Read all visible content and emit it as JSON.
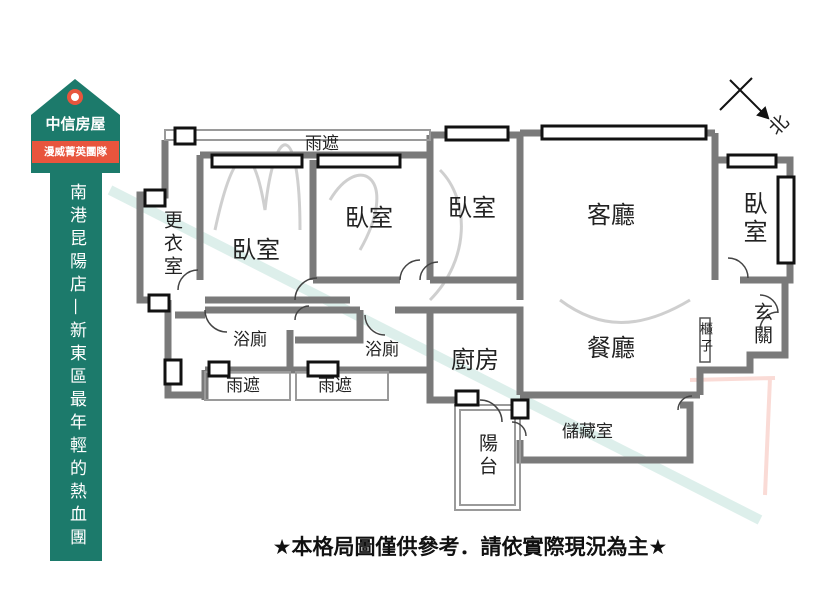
{
  "brand": {
    "name": "中信房屋",
    "team": "漫威菁英團隊",
    "color": "#1c7a6b",
    "accent": "#e8553d"
  },
  "branch": {
    "text": "南港昆陽店—新東區最年輕的熱血團隊"
  },
  "rooms": {
    "bedroom_1": "臥室",
    "bedroom_2": "臥室",
    "bedroom_3": "臥室",
    "bedroom_4": "臥室",
    "dressing_room": "更衣室",
    "living_room": "客廳",
    "dining_room": "餐廳",
    "kitchen": "廚房",
    "bathroom_1": "浴廁",
    "bathroom_2": "浴廁",
    "entrance": "玄關",
    "cabinet": "櫃子",
    "storage": "儲藏室",
    "balcony": "陽台",
    "canopy_top": "雨遮",
    "canopy_bottom_left": "雨遮",
    "canopy_bottom_right": "雨遮"
  },
  "compass": {
    "label": "北"
  },
  "disclaimer": "★本格局圖僅供參考．請依實際現況為主★"
}
